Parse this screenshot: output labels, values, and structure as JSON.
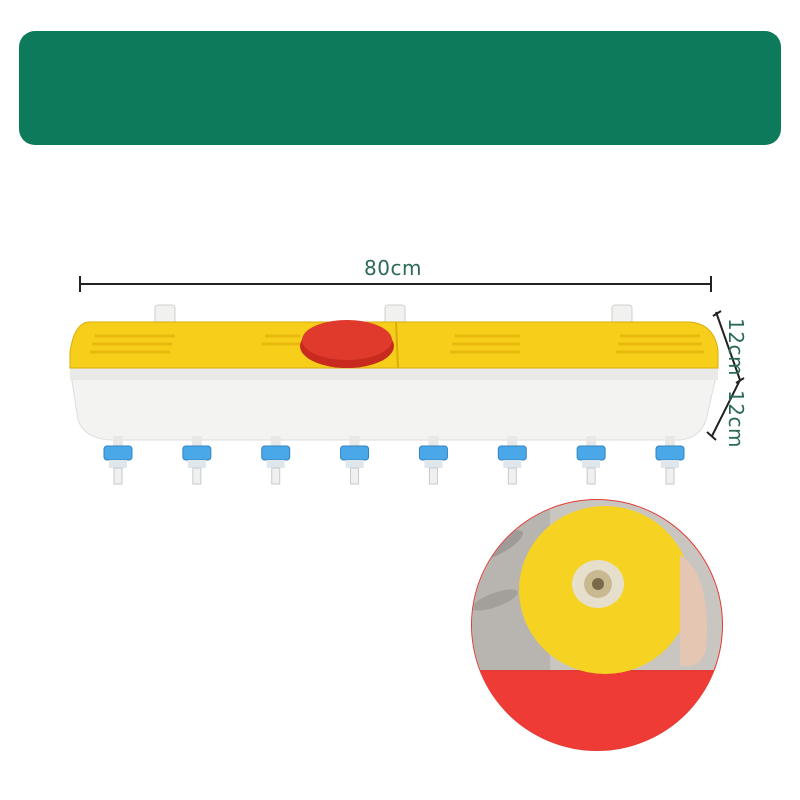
{
  "banner": {
    "color": "#0e7a5c"
  },
  "dimensions": {
    "width_label": "80cm",
    "depth_label": "12cm",
    "height_label": "12cm"
  },
  "product": {
    "body_color": "#f3f4f2",
    "lid_color": "#f7cf1a",
    "cap_color": "#e03a2c",
    "valve_color": "#4aa8e8",
    "valve_count": 8
  },
  "inset": {
    "background_color": "#e63a34",
    "disc_color": "#f6d323"
  }
}
